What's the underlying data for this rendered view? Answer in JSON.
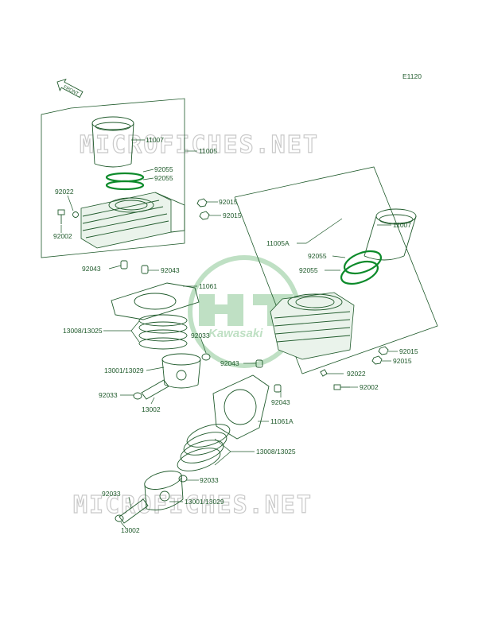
{
  "diagram_code": "E1120",
  "front_arrow_label": "FRONT",
  "watermark_text": "MICROFICHES.NET",
  "logo_text": "Kawasaki",
  "colors": {
    "line": "#1f5a2b",
    "ring_highlight": "#0c8a2a",
    "watermark": "#c9c9c9",
    "logo": "#bfe0c4"
  },
  "parts": {
    "p11007_a": "11007",
    "p11005": "11005",
    "p92055_a1": "92055",
    "p92055_a2": "92055",
    "p92022_a": "92022",
    "p92002_a": "92002",
    "p92015_a1": "92015",
    "p92015_a2": "92015",
    "p92043_a1": "92043",
    "p92043_a2": "92043",
    "p11061": "11061",
    "p13008_a": "13008/13025",
    "p92033_a1": "92033",
    "p13001_a": "13001/13029",
    "p92033_a2": "92033",
    "p13002_a": "13002",
    "p11007_b": "11007",
    "p11005a": "11005A",
    "p92055_b1": "92055",
    "p92055_b2": "92055",
    "p92015_b1": "92015",
    "p92015_b2": "92015",
    "p92043_b1": "92043",
    "p92022_b": "92022",
    "p92043_b2": "92043",
    "p92002_b": "92002",
    "p11061a": "11061A",
    "p13008_b": "13008/13025",
    "p92033_b1": "92033",
    "p92033_b2": "92033",
    "p13001_b": "13001/13029",
    "p13002_b": "13002"
  }
}
